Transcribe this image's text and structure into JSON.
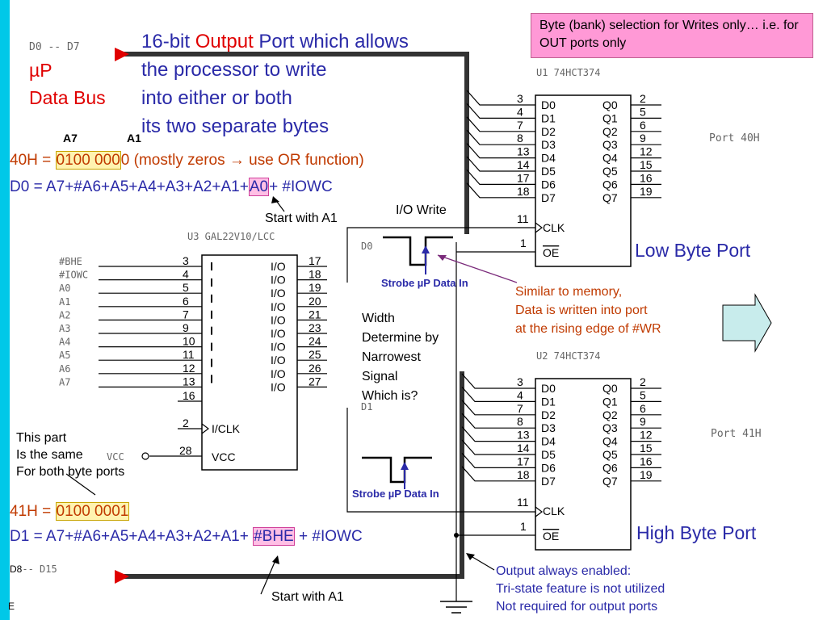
{
  "slide": {
    "note_box": "Byte (bank) selection for Writes only… i.e. for OUT ports only",
    "heading": {
      "line1_pre": "16-bit ",
      "line1_emph": "Output",
      "line1_post": " Port which allows",
      "line2": "the processor to write",
      "line3": "into either or both",
      "line4": "its two separate bytes"
    },
    "up_label_mu": "µP",
    "up_label_bus": "Data Bus",
    "bus_low": "D0 -- D7",
    "bus_high_prefix": "D8",
    "bus_high_rest": "-- D15",
    "a7_label": "A7",
    "a1_label": "A1",
    "eq40": {
      "prefix": "40H = ",
      "bits_a": "0100 000",
      "bits_b": "0",
      "suffix": " (mostly zeros → use OR function)"
    },
    "d0_equation": {
      "pre": "D0 = A7+#A6+A5+A4+A3+A2+A1+",
      "hl": "A0",
      "post": "+ #IOWC"
    },
    "start_a1_top": "Start with A1",
    "io_write": "I/O Write",
    "strobe_low": "Strobe µP Data In",
    "strobe_high": "Strobe µP  Data In",
    "memory_note": [
      "Similar to memory,",
      "Data is written into port",
      "at the rising edge of #WR"
    ],
    "width_note": [
      "Width",
      "Determine by",
      "Narrowest",
      "Signal",
      "Which is?"
    ],
    "same_note": [
      "This part",
      "Is the same",
      "For both byte ports"
    ],
    "eq41": {
      "prefix": "41H = ",
      "bits_a": "0100 000",
      "bits_b": "1"
    },
    "d1_equation": {
      "pre": "D1 = A7+#A6+A5+A4+A3+A2+A1+ ",
      "hl": "#BHE",
      "post": " + #IOWC"
    },
    "start_a1_bottom": "Start with A1",
    "output_note": [
      "Output always enabled:",
      "Tri-state feature is not utilized",
      "Not required for output ports"
    ],
    "low_byte_port": "Low Byte Port",
    "high_byte_port": "High Byte Port",
    "port40": "Port 40H",
    "port41": "Port 41H",
    "corner_letter": "E",
    "u1": {
      "title": "U1   74HCT374",
      "in_pins": [
        "3",
        "4",
        "7",
        "8",
        "13",
        "14",
        "17",
        "18"
      ],
      "out_pins": [
        "2",
        "5",
        "6",
        "9",
        "12",
        "15",
        "16",
        "19"
      ],
      "d_labels": [
        "D0",
        "D1",
        "D2",
        "D3",
        "D4",
        "D5",
        "D6",
        "D7"
      ],
      "q_labels": [
        "Q0",
        "Q1",
        "Q2",
        "Q3",
        "Q4",
        "Q5",
        "Q6",
        "Q7"
      ],
      "clk_pin": "11",
      "clk_label": "CLK",
      "oe_pin": "1",
      "oe_label": "OE"
    },
    "u2": {
      "title": "U2   74HCT374",
      "in_pins": [
        "3",
        "4",
        "7",
        "8",
        "13",
        "14",
        "17",
        "18"
      ],
      "out_pins": [
        "2",
        "5",
        "6",
        "9",
        "12",
        "15",
        "16",
        "19"
      ],
      "d_labels": [
        "D0",
        "D1",
        "D2",
        "D3",
        "D4",
        "D5",
        "D6",
        "D7"
      ],
      "q_labels": [
        "Q0",
        "Q1",
        "Q2",
        "Q3",
        "Q4",
        "Q5",
        "Q6",
        "Q7"
      ],
      "clk_pin": "11",
      "clk_label": "CLK",
      "oe_pin": "1",
      "oe_label": "OE"
    },
    "u3": {
      "title": "U3    GAL22V10/LCC",
      "signals": [
        "#BHE",
        "#IOWC",
        "A0",
        "A1",
        "A2",
        "A3",
        "A4",
        "A5",
        "A6",
        "A7"
      ],
      "in_pins": [
        "3",
        "4",
        "5",
        "6",
        "7",
        "9",
        "10",
        "11",
        "12",
        "13",
        "16"
      ],
      "out_pins": [
        "17",
        "18",
        "19",
        "20",
        "21",
        "23",
        "24",
        "25",
        "26",
        "27"
      ],
      "io_label": "I/O",
      "clk_pin": "2",
      "clk_label": "I/CLK",
      "vcc_pin": "28",
      "vcc_label": "VCC",
      "vcc_net": "VCC"
    },
    "d0_net": "D0",
    "d1_net": "D1",
    "colors": {
      "accent_blue": "#2a2aa8",
      "red": "#e00000",
      "rust": "#c03a00",
      "note_pink": "#ff99d6",
      "arrow_fill": "#c8ecec",
      "stripe": "#00c8e8"
    }
  }
}
